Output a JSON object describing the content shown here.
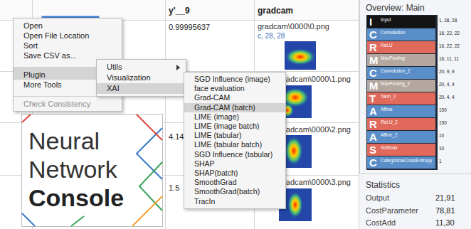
{
  "diagram": {
    "nodes": [
      {
        "text": [
          "Open",
          "Open File Location",
          "Sort",
          "Save CSV as...",
          "Plugin",
          "More Tools",
          "Check Consistency"
        ]
      },
      {
        "text": [
          "Utils",
          "Visualization",
          "XAI"
        ]
      },
      {
        "text": [
          "SGD Influence (image)",
          "face evaluation",
          "Grad-CAM",
          "Grad-CAM (batch)",
          "LIME (image)",
          "LIME (image batch)",
          "LIME (tabular)",
          "LIME (tabular batch)",
          "SGD Influence (tabular)",
          "SHAP",
          "SHAP(batch)",
          "SmoothGrad",
          "SmoothGrad(batch)",
          "TracIn"
        ]
      },
      {
        "text": [
          "Neural Network",
          "Console"
        ]
      },
      {
        "text": [
          "Overview: Main"
        ]
      },
      {
        "text": [
          "I",
          "Input",
          "1, 28, 28"
        ],
        "in": 4
      },
      {
        "text": [
          "C",
          "Convolution",
          "16, 22, 22"
        ],
        "in": 4
      },
      {
        "text": [
          "R",
          "ReLU",
          "16, 22, 22"
        ],
        "in": 4
      },
      {
        "text": [
          "M",
          "MaxPooling",
          "16, 11, 11"
        ],
        "in": 4
      },
      {
        "text": [
          "C",
          "Convolution_2",
          "20, 9, 9"
        ],
        "in": 4
      },
      {
        "text": [
          "M",
          "MaxPooling_2",
          "20, 4, 4"
        ],
        "in": 4
      },
      {
        "text": [
          "T",
          "Tanh_2",
          "20, 4, 4"
        ],
        "in": 4
      },
      {
        "text": [
          "A",
          "Affine",
          "150"
        ],
        "in": 4
      },
      {
        "text": [
          "R",
          "ReLU_2",
          "150"
        ],
        "in": 4
      },
      {
        "text": [
          "A",
          "Affine_2",
          "10"
        ],
        "in": 4
      },
      {
        "text": [
          "S",
          "Softmax",
          "10"
        ],
        "in": 4
      },
      {
        "text": [
          "C",
          "CategoricalCrossEntropy",
          "1"
        ],
        "in": 4
      },
      {
        "text": [
          "Statistics"
        ]
      }
    ],
    "labels": [
      "y'__9",
      "gradcam",
      "0.99995637",
      "gradcam\\0000\\0.png",
      "c, 28, 28",
      "gradcam\\0000\\1.png",
      "4.14",
      "gradcam\\0000\\2.png",
      "1.5",
      "gradcam\\0000\\3.png",
      "Output",
      "21,91",
      "CostParameter",
      "78,81",
      "CostAdd",
      "11,30"
    ]
  }
}
